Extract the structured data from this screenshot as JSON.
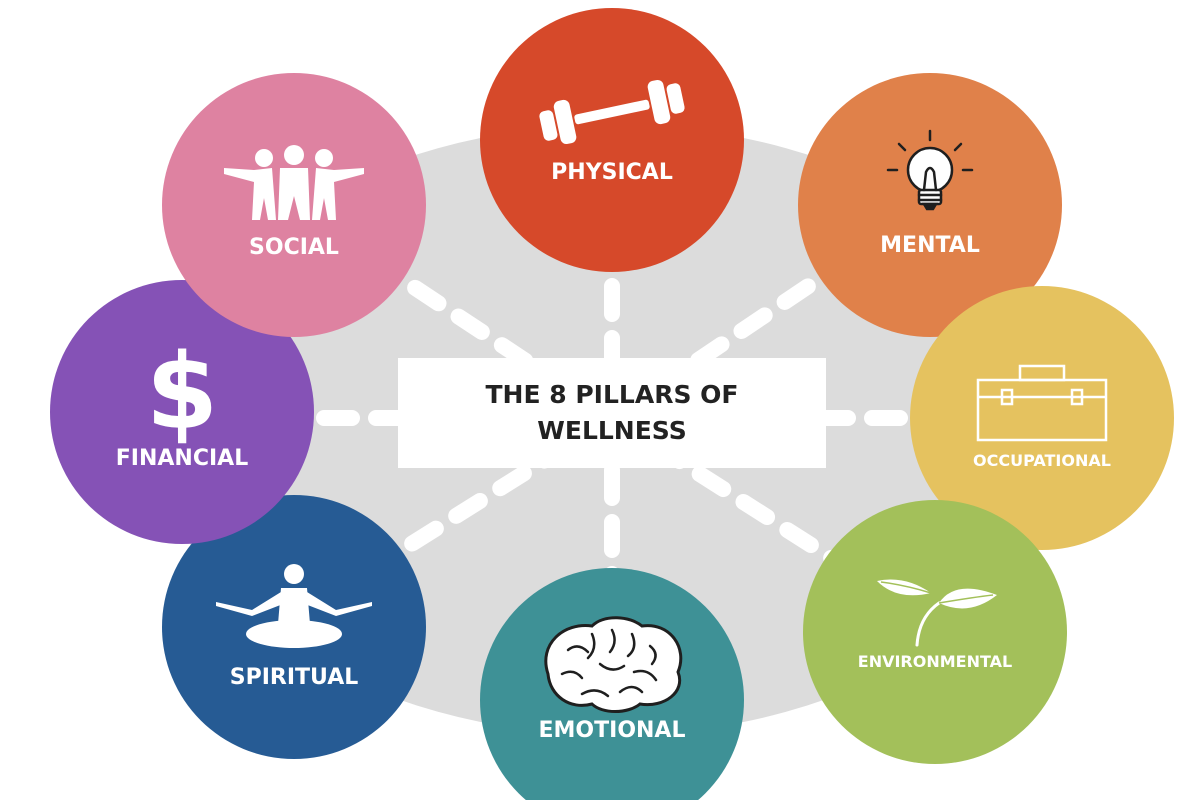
{
  "title": {
    "line1": "THE 8 PILLARS OF",
    "line2": "WELLNESS"
  },
  "colors": {
    "background_disc": "#dcdcdc",
    "spokes": "#ffffff",
    "center_box": "#ffffff",
    "label_text": "#ffffff"
  },
  "pillars": [
    {
      "key": "physical",
      "label": "PHYSICAL",
      "color": "#d6492a",
      "icon": "dumbbell-icon"
    },
    {
      "key": "mental",
      "label": "MENTAL",
      "color": "#e0814a",
      "icon": "lightbulb-icon"
    },
    {
      "key": "occupational",
      "label": "OCCUPATIONAL",
      "color": "#e5c25f",
      "icon": "briefcase-icon"
    },
    {
      "key": "environmental",
      "label": "ENVIRONMENTAL",
      "color": "#a3c05a",
      "icon": "sprout-icon"
    },
    {
      "key": "emotional",
      "label": "EMOTIONAL",
      "color": "#3e9196",
      "icon": "brain-icon"
    },
    {
      "key": "spiritual",
      "label": "SPIRITUAL",
      "color": "#265b94",
      "icon": "meditation-icon"
    },
    {
      "key": "financial",
      "label": "FINANCIAL",
      "color": "#8552b6",
      "icon": "dollar-icon"
    },
    {
      "key": "social",
      "label": "SOCIAL",
      "color": "#de82a1",
      "icon": "people-icon"
    }
  ]
}
